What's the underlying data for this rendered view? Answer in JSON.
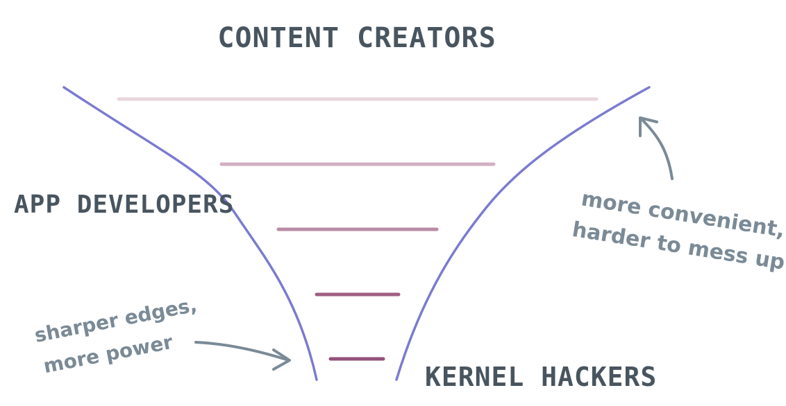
{
  "labels": {
    "top": "CONTENT CREATORS",
    "middle": "APP DEVELOPERS",
    "bottom": "KERNEL HACKERS"
  },
  "annotations": {
    "right_line1": "more convenient,",
    "right_line2": "harder to mess up",
    "left_line1": "sharper edges,",
    "left_line2": "more power"
  },
  "colors": {
    "funnel": "#7b7bd0",
    "label": "#48555f",
    "annotation": "#7a8a96",
    "arrow": "#7a8a96",
    "levels": [
      "#e9d6de",
      "#d2afc3",
      "#b98ba6",
      "#9f5f82",
      "#93507a"
    ]
  },
  "levels_count": 5
}
